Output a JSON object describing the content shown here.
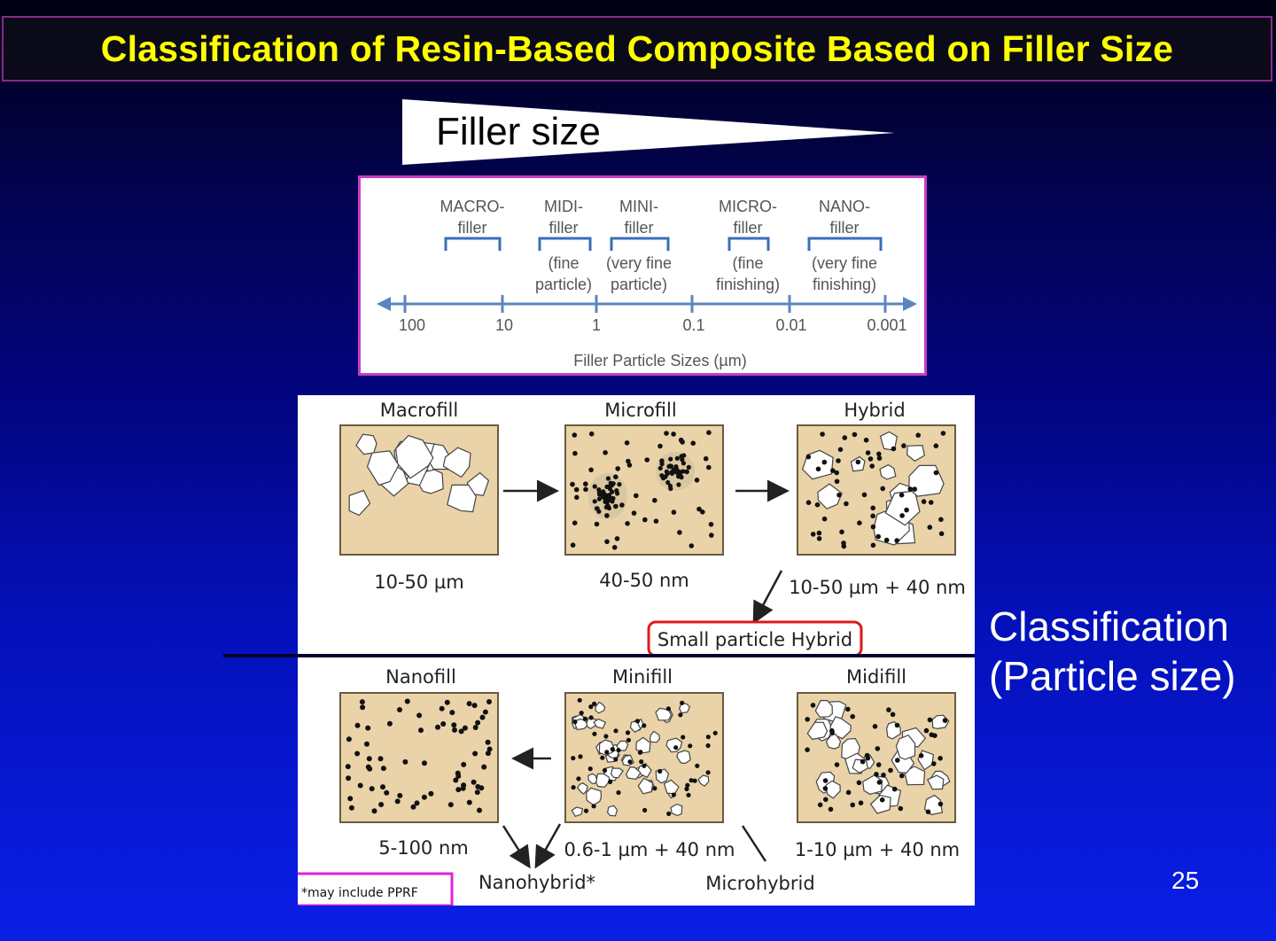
{
  "title": "Classification of Resin-Based Composite Based on Filler Size",
  "wedge": {
    "label": "Filler size"
  },
  "scale": {
    "categories": [
      {
        "name": "MACRO-",
        "sub": "filler",
        "note1": "",
        "note2": ""
      },
      {
        "name": "MIDI-",
        "sub": "filler",
        "note1": "(fine",
        "note2": "particle)"
      },
      {
        "name": "MINI-",
        "sub": "filler",
        "note1": "(very fine",
        "note2": "particle)"
      },
      {
        "name": "MICRO-",
        "sub": "filler",
        "note1": "(fine",
        "note2": "finishing)"
      },
      {
        "name": "NANO-",
        "sub": "filler",
        "note1": "(very fine",
        "note2": "finishing)"
      }
    ],
    "ticks": [
      "100",
      "10",
      "1",
      "0.1",
      "0.01",
      "0.001"
    ],
    "axis_label": "Filler Particle Sizes (µm)"
  },
  "composites": {
    "macrofill": {
      "name": "Macrofill",
      "size": "10-50 µm"
    },
    "microfill": {
      "name": "Microfill",
      "size": "40-50 nm"
    },
    "hybrid": {
      "name": "Hybrid",
      "size": "10-50 µm + 40 nm"
    },
    "nanofill": {
      "name": "Nanofill",
      "size": "5-100 nm"
    },
    "minifill": {
      "name": "Minifill",
      "size": "0.6-1 µm + 40 nm"
    },
    "midifill": {
      "name": "Midifill",
      "size": "1-10 µm + 40 nm"
    }
  },
  "labels": {
    "small_particle_hybrid": "Small particle Hybrid",
    "nanohybrid": "Nanohybrid*",
    "microhybrid": "Microhybrid",
    "footnote": "*may include PPRF"
  },
  "side_label": {
    "line1": "Classification",
    "line2": "(Particle size)"
  },
  "page_number": "25",
  "colors": {
    "title_text": "#ffff00",
    "matrix": "#ead3a8",
    "scale_axis": "#5a86c0",
    "scale_border": "#c83cc8",
    "highlight_box": "#e01818",
    "footnote_box": "#e020e0"
  }
}
